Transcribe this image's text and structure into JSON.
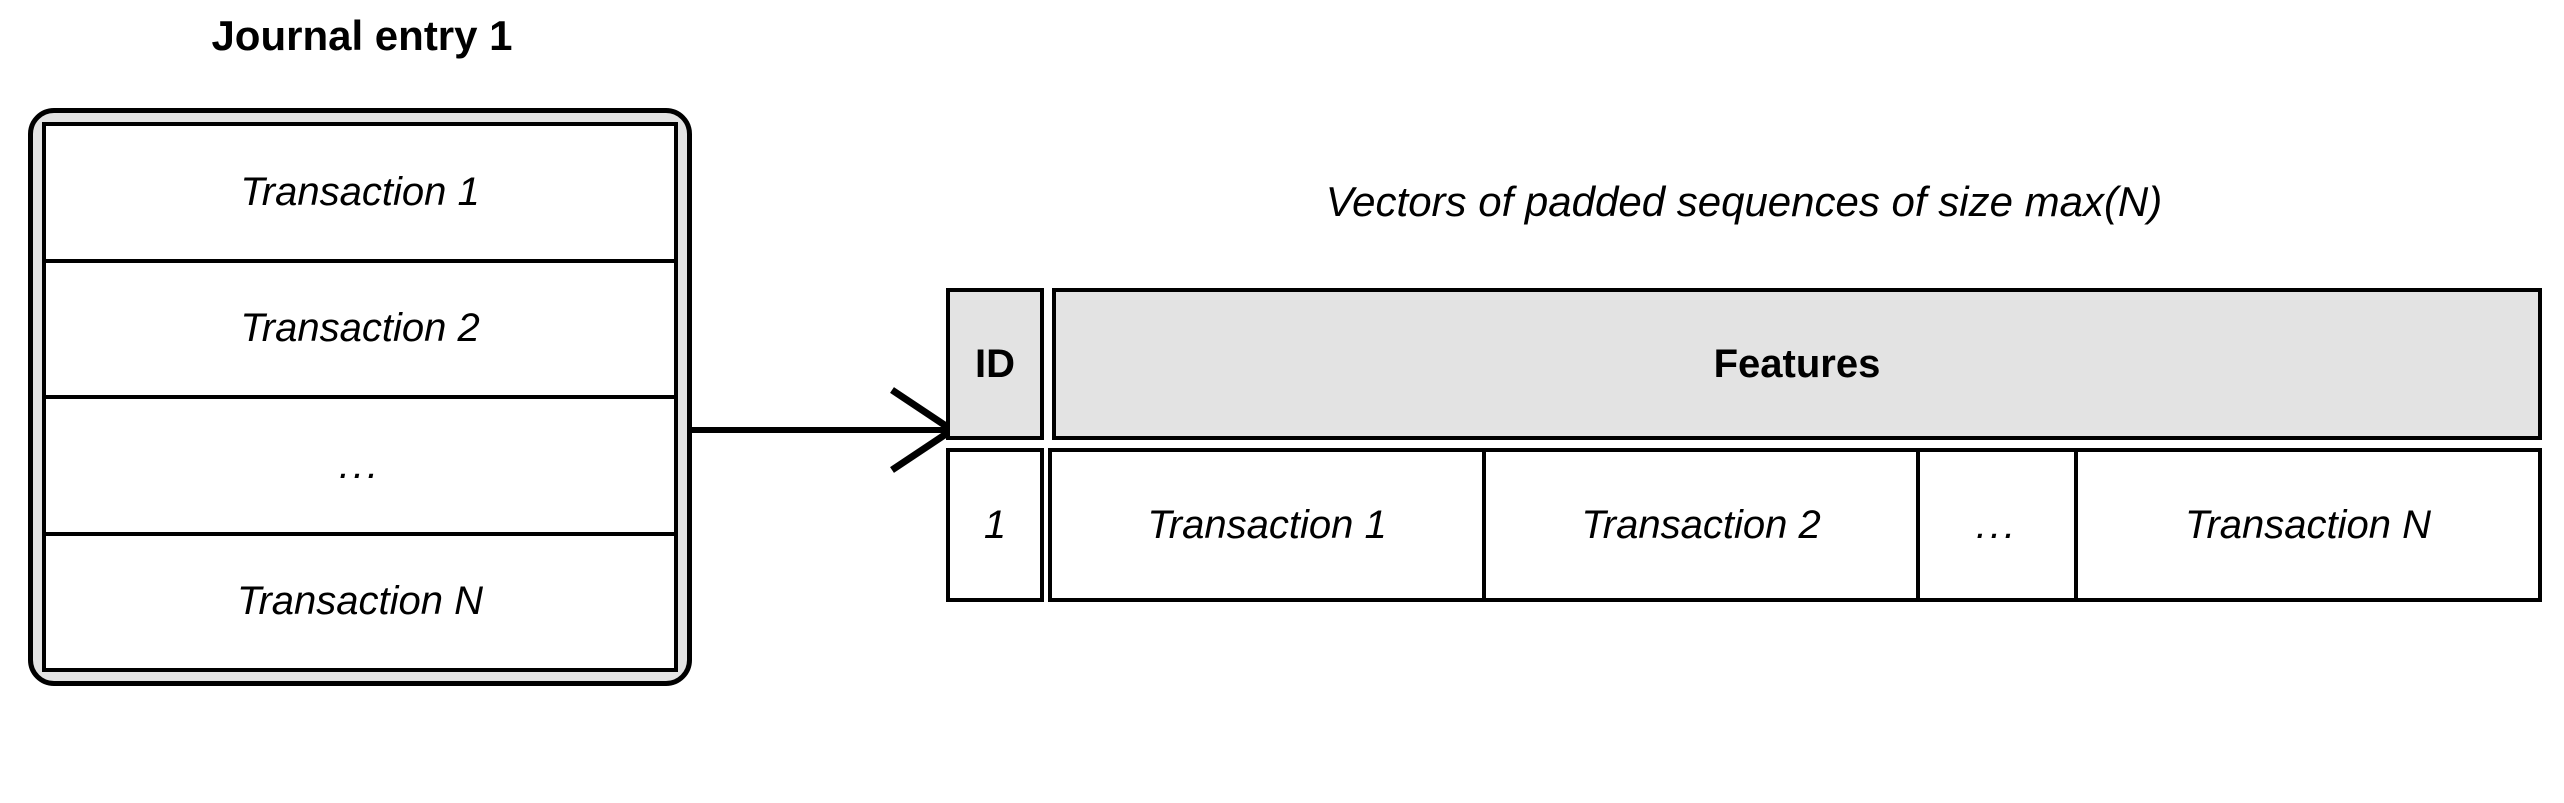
{
  "journal": {
    "title": "Journal entry 1",
    "rows": [
      "Transaction 1",
      "Transaction 2",
      "...",
      "Transaction N"
    ]
  },
  "connector": {
    "label": "arrow-right"
  },
  "vectors": {
    "caption": "Vectors of padded sequences of size max(N)",
    "headers": {
      "id": "ID",
      "features": "Features"
    },
    "row": {
      "id": "1",
      "features": [
        "Transaction 1",
        "Transaction 2",
        "...",
        "Transaction N"
      ]
    }
  },
  "colors": {
    "stroke": "#000000",
    "header_fill": "#e3e3e3",
    "gutter_fill": "#e3e3e3",
    "background": "#ffffff"
  }
}
